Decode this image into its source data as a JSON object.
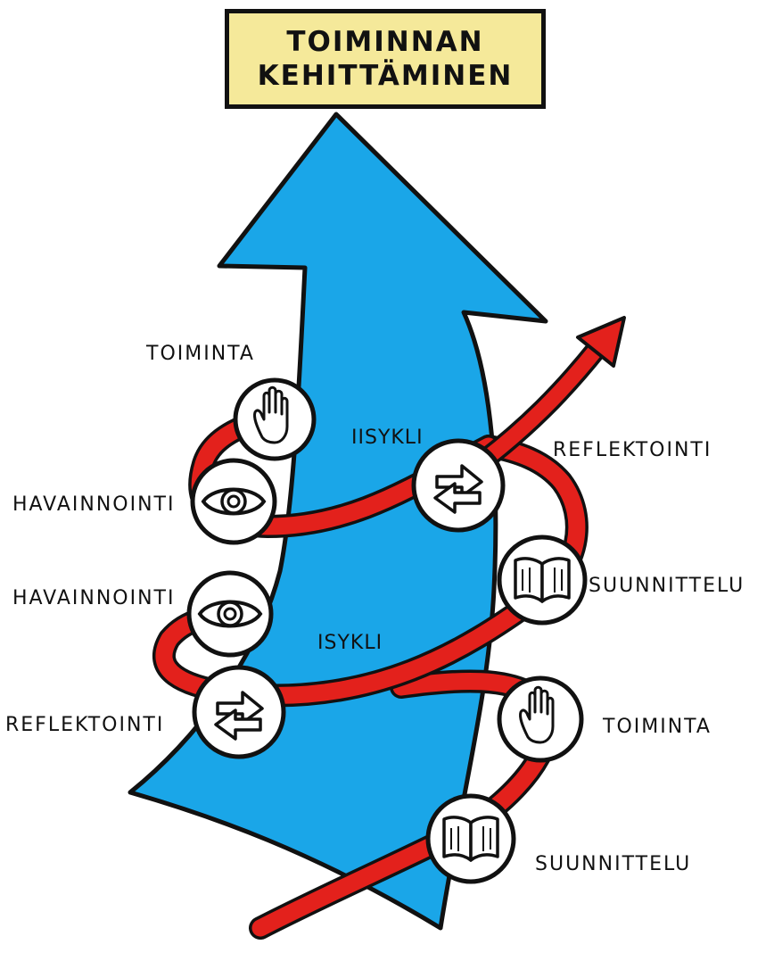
{
  "title": {
    "line1": "TOIMINNAN",
    "line2": "KEHITTÄMINEN"
  },
  "cycles": {
    "second": "IISYKLI",
    "first": "ISYKLI"
  },
  "labels": {
    "toiminta_upper": "TOIMINTA",
    "reflektointi_upper": "REFLEKTOINTI",
    "havainnointi_upper": "HAVAINNOINTI",
    "suunnittelu_upper": "SUUNNITTELU",
    "havainnointi_lower": "HAVAINNOINTI",
    "reflektointi_lower": "REFLEKTOINTI",
    "toiminta_lower": "TOIMINTA",
    "suunnittelu_lower": "SUUNNITTELU"
  },
  "icons": {
    "hand": "hand-icon",
    "eye": "eye-icon",
    "arrows": "exchange-arrows-icon",
    "book": "open-book-icon"
  },
  "colors": {
    "arrow_blue": "#1aa6e8",
    "spiral_red": "#e3211c",
    "title_fill": "#f5e99a",
    "outline": "#111111",
    "icon_circle": "#ffffff"
  }
}
